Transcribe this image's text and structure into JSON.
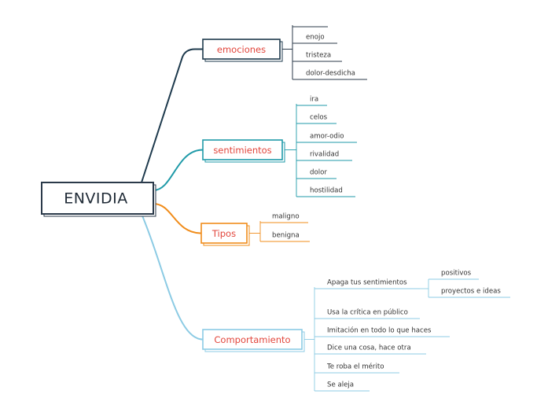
{
  "root": {
    "label": "ENVIDIA"
  },
  "colors": {
    "root_border": "#2b3a4a",
    "main_text": "#e2463c",
    "emociones": "#1e3a4d",
    "sentimientos": "#1f9aa8",
    "tipos": "#f08c1a",
    "comportamiento": "#8ccbe4"
  },
  "branches": [
    {
      "id": "emociones",
      "label": "emociones",
      "items": [
        "",
        "enojo",
        "tristeza",
        "dolor-desdicha"
      ]
    },
    {
      "id": "sentimientos",
      "label": "sentimientos",
      "items": [
        "ira",
        "celos",
        "amor-odio",
        "rivalidad",
        "dolor",
        "hostilidad"
      ]
    },
    {
      "id": "tipos",
      "label": "Tipos",
      "items": [
        "maligno",
        "benigna"
      ]
    },
    {
      "id": "comportamiento",
      "label": "Comportamiento",
      "items": [
        "Apaga tus sentimientos",
        "Usa la crítica en público",
        "Imitación en todo lo que haces",
        "Dice una cosa, hace otra",
        "Te roba el mérito",
        "Se aleja"
      ],
      "sub": {
        "parent": "Apaga tus sentimientos",
        "items": [
          "positivos",
          "proyectos e ideas"
        ]
      }
    }
  ]
}
